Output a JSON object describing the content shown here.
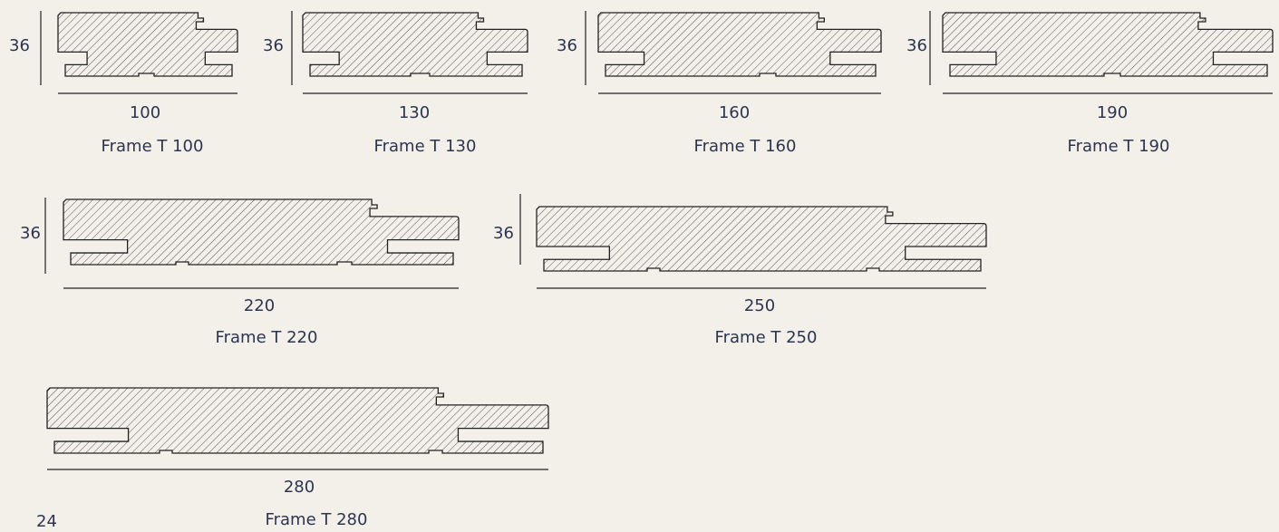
{
  "profiles": [
    {
      "name": "Frame T 100",
      "width": "100",
      "thickness": "36"
    },
    {
      "name": "Frame T 130",
      "width": "130",
      "thickness": "36"
    },
    {
      "name": "Frame T 160",
      "width": "160",
      "thickness": "36"
    },
    {
      "name": "Frame T 190",
      "width": "190",
      "thickness": "36"
    },
    {
      "name": "Frame T 220",
      "width": "220",
      "thickness": "36"
    },
    {
      "name": "Frame T 250",
      "width": "250",
      "thickness": "36"
    },
    {
      "name": "Frame T 280",
      "width": "280",
      "thickness": ""
    }
  ],
  "page_number": "24",
  "colors": {
    "background": "#f3f0ea",
    "text": "#2c3550",
    "line": "#222222"
  }
}
